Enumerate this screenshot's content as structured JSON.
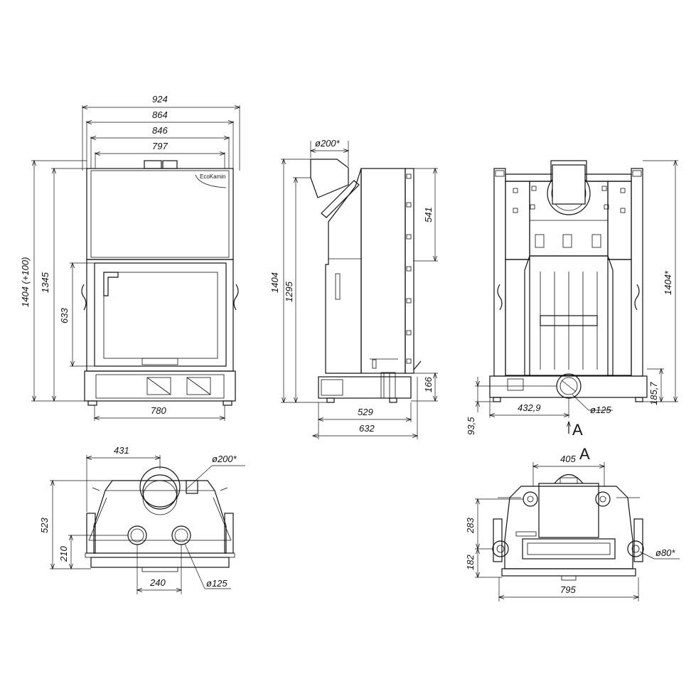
{
  "front_view": {
    "width_924": "924",
    "width_864": "864",
    "width_846": "846",
    "width_797": "797",
    "height_total": "1404 (+100)",
    "height_1345": "1345",
    "height_633": "633",
    "base_780": "780",
    "logo_text": "ΕcoKamin"
  },
  "side_view": {
    "flue_diameter": "ø200*",
    "height_1404": "1404",
    "height_1295": "1295",
    "top_541": "541",
    "bottom_166": "166",
    "depth_529": "529",
    "depth_632": "632"
  },
  "back_view": {
    "height_1404": "1404*",
    "height_185_7": "185,7",
    "height_93_5": "93,5",
    "offset_432_9": "432,9",
    "inlet_diameter": "ø125",
    "section_a": "A",
    "section_a2": "A"
  },
  "top_view": {
    "offset_431": "431",
    "flue_diameter": "ø200*",
    "depth_523": "523",
    "depth_210": "210",
    "spacing_240": "240",
    "inlet_diameter": "ø125"
  },
  "section_view": {
    "width_405": "405",
    "height_283": "283",
    "height_182": "182",
    "width_795": "795",
    "pipe_diameter": "ø80*"
  }
}
